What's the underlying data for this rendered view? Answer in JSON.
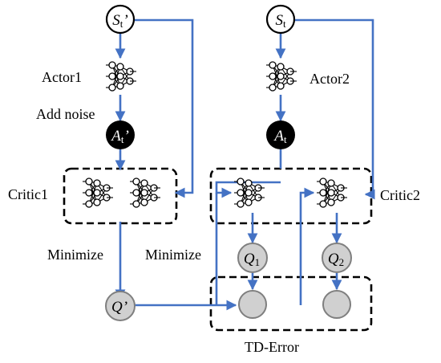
{
  "nodes": {
    "st_prime": {
      "main": "S",
      "sub": "t",
      "suffix": "’"
    },
    "st": {
      "main": "S",
      "sub": "t",
      "suffix": ""
    },
    "at_prime": {
      "main": "A",
      "sub": "t",
      "suffix": "’"
    },
    "at": {
      "main": "A",
      "sub": "t",
      "suffix": ""
    },
    "q_prime": {
      "main": "Q",
      "sub": "",
      "suffix": "’"
    },
    "q1": {
      "main": "Q",
      "sub": "1",
      "suffix": ""
    },
    "q2": {
      "main": "Q",
      "sub": "2",
      "suffix": ""
    }
  },
  "labels": {
    "actor1": "Actor1",
    "actor2": "Actor2",
    "add_noise": "Add noise",
    "critic1": "Critic1",
    "critic2": "Critic2",
    "minimize_left": "Minimize",
    "minimize_right": "Minimize",
    "td_error": "TD-Error"
  },
  "colors": {
    "arrow": "#4472c4",
    "grey_node": "#d0d0d0",
    "black_node": "#000000",
    "white_node": "#ffffff"
  }
}
